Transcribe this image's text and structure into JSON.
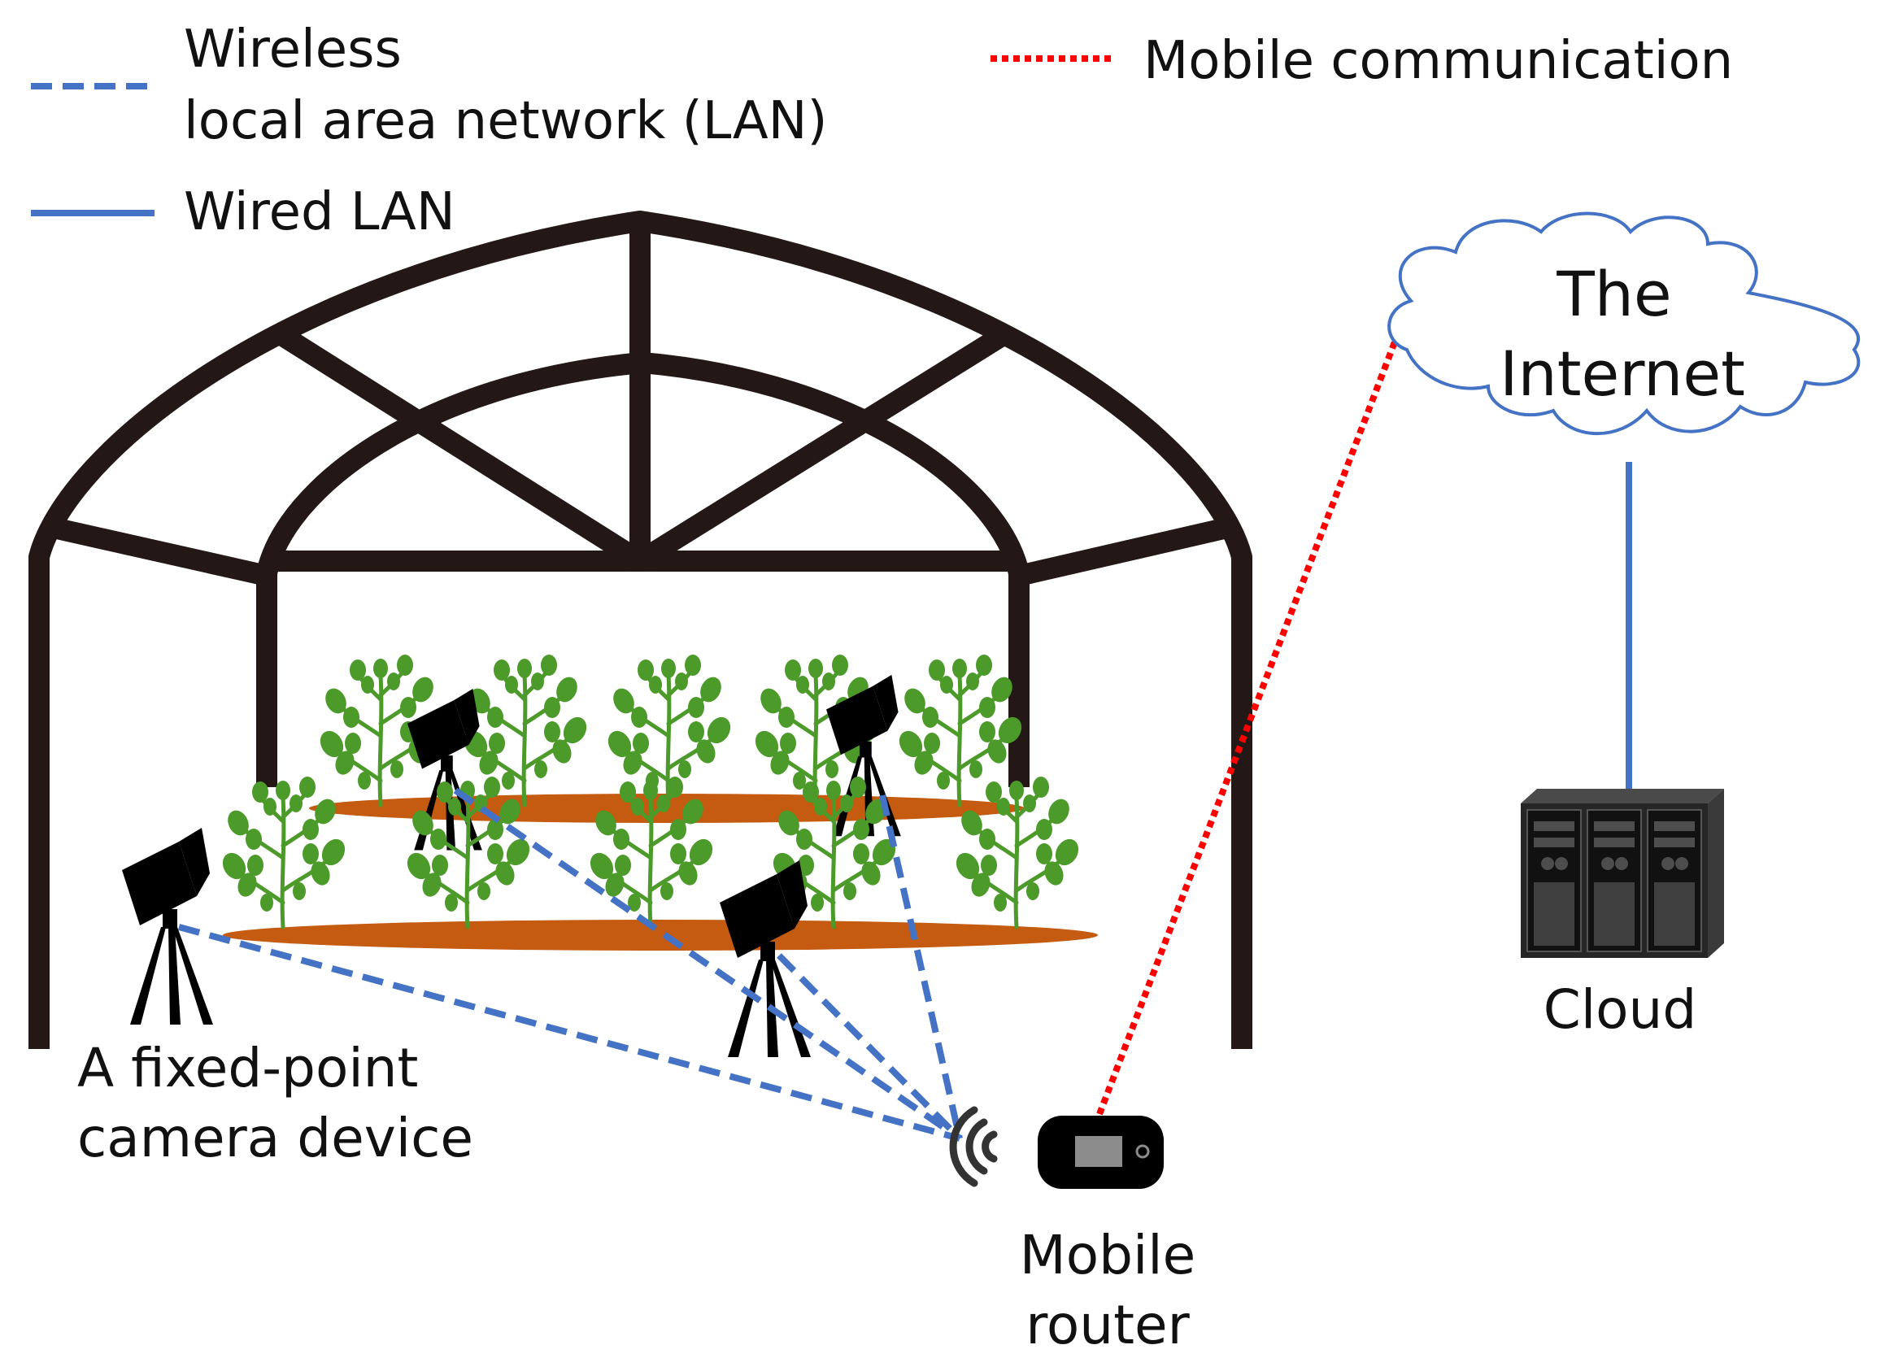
{
  "legend": {
    "wireless_label_line1": "Wireless",
    "wireless_label_line2": "local area network (LAN)",
    "wired_label": "Wired LAN",
    "mobile_label": "Mobile communication"
  },
  "labels": {
    "camera_line1": "A fixed-point",
    "camera_line2": "camera device",
    "router_line1": "Mobile",
    "router_line2": "router",
    "internet_line1": "The",
    "internet_line2": "Internet",
    "cloud": "Cloud"
  },
  "colors": {
    "wireless_lan": "#4472c4",
    "wired_lan": "#4472c4",
    "mobile_communication": "#ff0000",
    "greenhouse_frame": "#231815",
    "plant": "#4c9a2a",
    "soil_bed": "#c55a11",
    "cloud_outline": "#4472c4",
    "server": "#262626"
  },
  "icons": {
    "camera": "camera-tripod-icon",
    "router": "mobile-router-icon",
    "wifi": "wifi-signal-icon",
    "server": "server-rack-icon",
    "plant": "tomato-plant-icon",
    "cloud": "cloud-icon"
  }
}
